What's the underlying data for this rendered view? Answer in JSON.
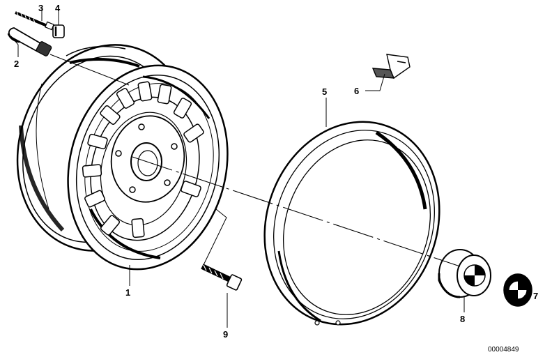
{
  "callouts": {
    "p1": "1",
    "p2": "2",
    "p3": "3",
    "p4": "4",
    "p5": "5",
    "p6": "6",
    "p7": "7",
    "p8": "8",
    "p9": "9"
  },
  "document_number": "00004849"
}
